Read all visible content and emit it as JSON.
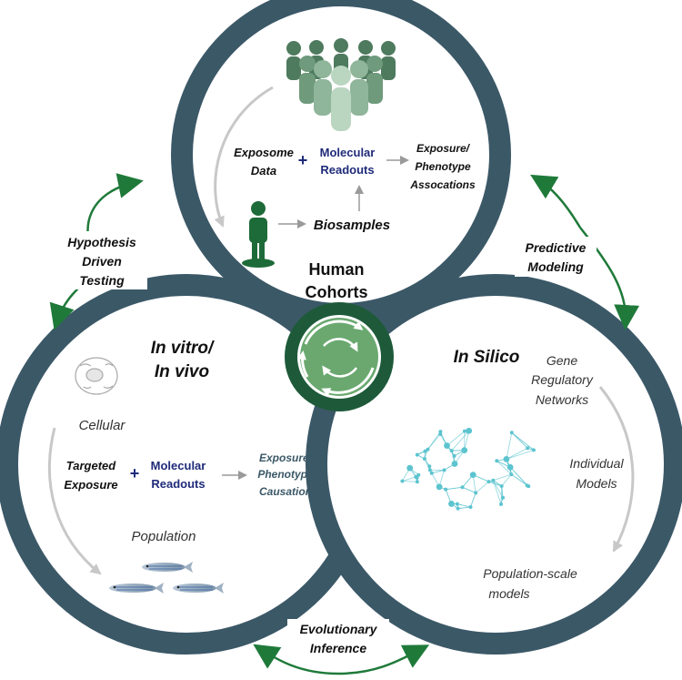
{
  "top_circle": {
    "title_line1": "Human",
    "title_line2": "Cohorts",
    "exposome_line1": "Exposome",
    "exposome_line2": "Data",
    "plus": "+",
    "molecular_line1": "Molecular",
    "molecular_line2": "Readouts",
    "assoc_line1": "Exposure/",
    "assoc_line2": "Phenotype",
    "assoc_line3": "Assocations",
    "biosamples": "Biosamples"
  },
  "left_circle": {
    "title_line1": "In vitro/",
    "title_line2": "In vivo",
    "cellular": "Cellular",
    "targeted_line1": "Targeted",
    "targeted_line2": "Exposure",
    "plus": "+",
    "molecular_line1": "Molecular",
    "molecular_line2": "Readouts",
    "causation_line1": "Exposure/",
    "causation_line2": "Phenotype",
    "causation_line3": "Causation",
    "population": "Population"
  },
  "right_circle": {
    "title": "In Silico",
    "gene_line1": "Gene",
    "gene_line2": "Regulatory",
    "gene_line3": "Networks",
    "individual_line1": "Individual",
    "individual_line2": "Models",
    "popscale_line1": "Population-scale",
    "popscale_line2": "models"
  },
  "connectors": {
    "hypothesis_line1": "Hypothesis",
    "hypothesis_line2": "Driven",
    "hypothesis_line3": "Testing",
    "predictive_line1": "Predictive",
    "predictive_line2": "Modeling",
    "evolutionary_line1": "Evolutionary",
    "evolutionary_line2": "Inference"
  },
  "colors": {
    "ring": "#3b5867",
    "green_dark": "#1f7a3a",
    "center_dark": "#1e5a3a",
    "center_light": "#6aa86f",
    "navy": "#1f2b7a",
    "network": "#5cc4cf"
  }
}
